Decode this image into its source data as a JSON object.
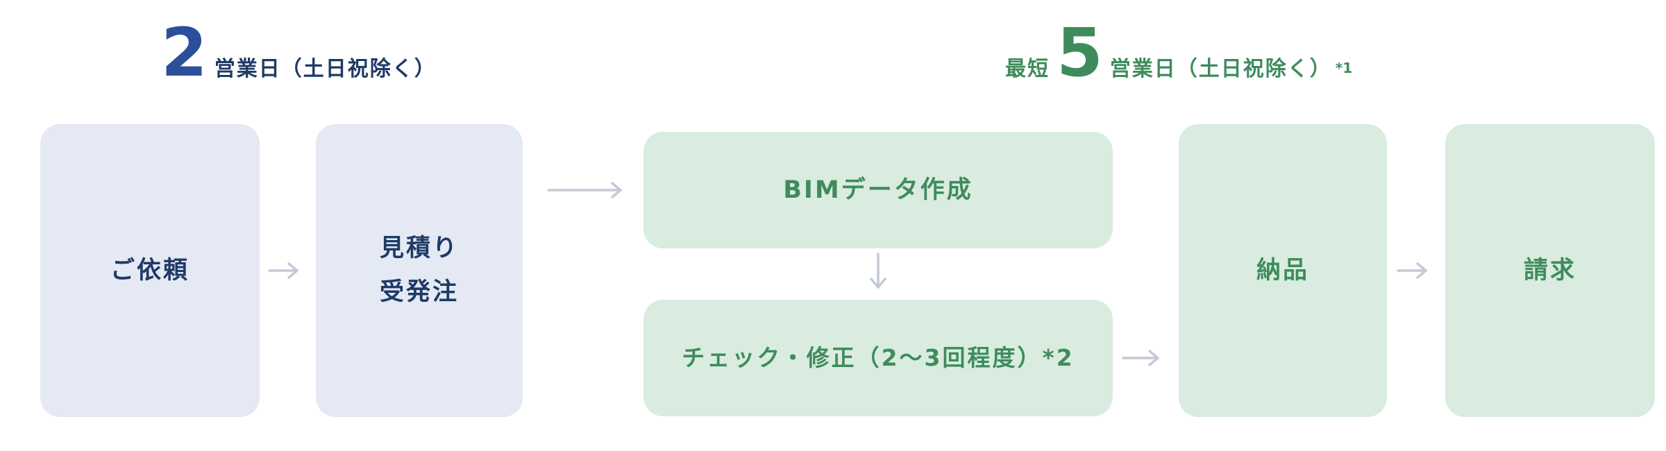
{
  "colors": {
    "blue_box_bg": "#e4e9f4",
    "blue_text": "#1f3a66",
    "blue_number": "#2b4f9b",
    "green_box_bg": "#d9ecdf",
    "green_text": "#3e8c5c",
    "arrow": "#c3cad6"
  },
  "header": {
    "left": {
      "number": "2",
      "unit": "営業日（土日祝除く）"
    },
    "right": {
      "prefix": "最短",
      "number": "5",
      "unit": "営業日（土日祝除く）",
      "footnote": "*1"
    }
  },
  "steps": [
    {
      "id": "request",
      "label": "ご依頼"
    },
    {
      "id": "order",
      "label": "見積り\n受発注"
    },
    {
      "id": "bim",
      "label": "BIMデータ作成"
    },
    {
      "id": "check",
      "label": "チェック・修正（2〜3回程度）*2"
    },
    {
      "id": "delivery",
      "label": "納品"
    },
    {
      "id": "billing",
      "label": "請求"
    }
  ]
}
